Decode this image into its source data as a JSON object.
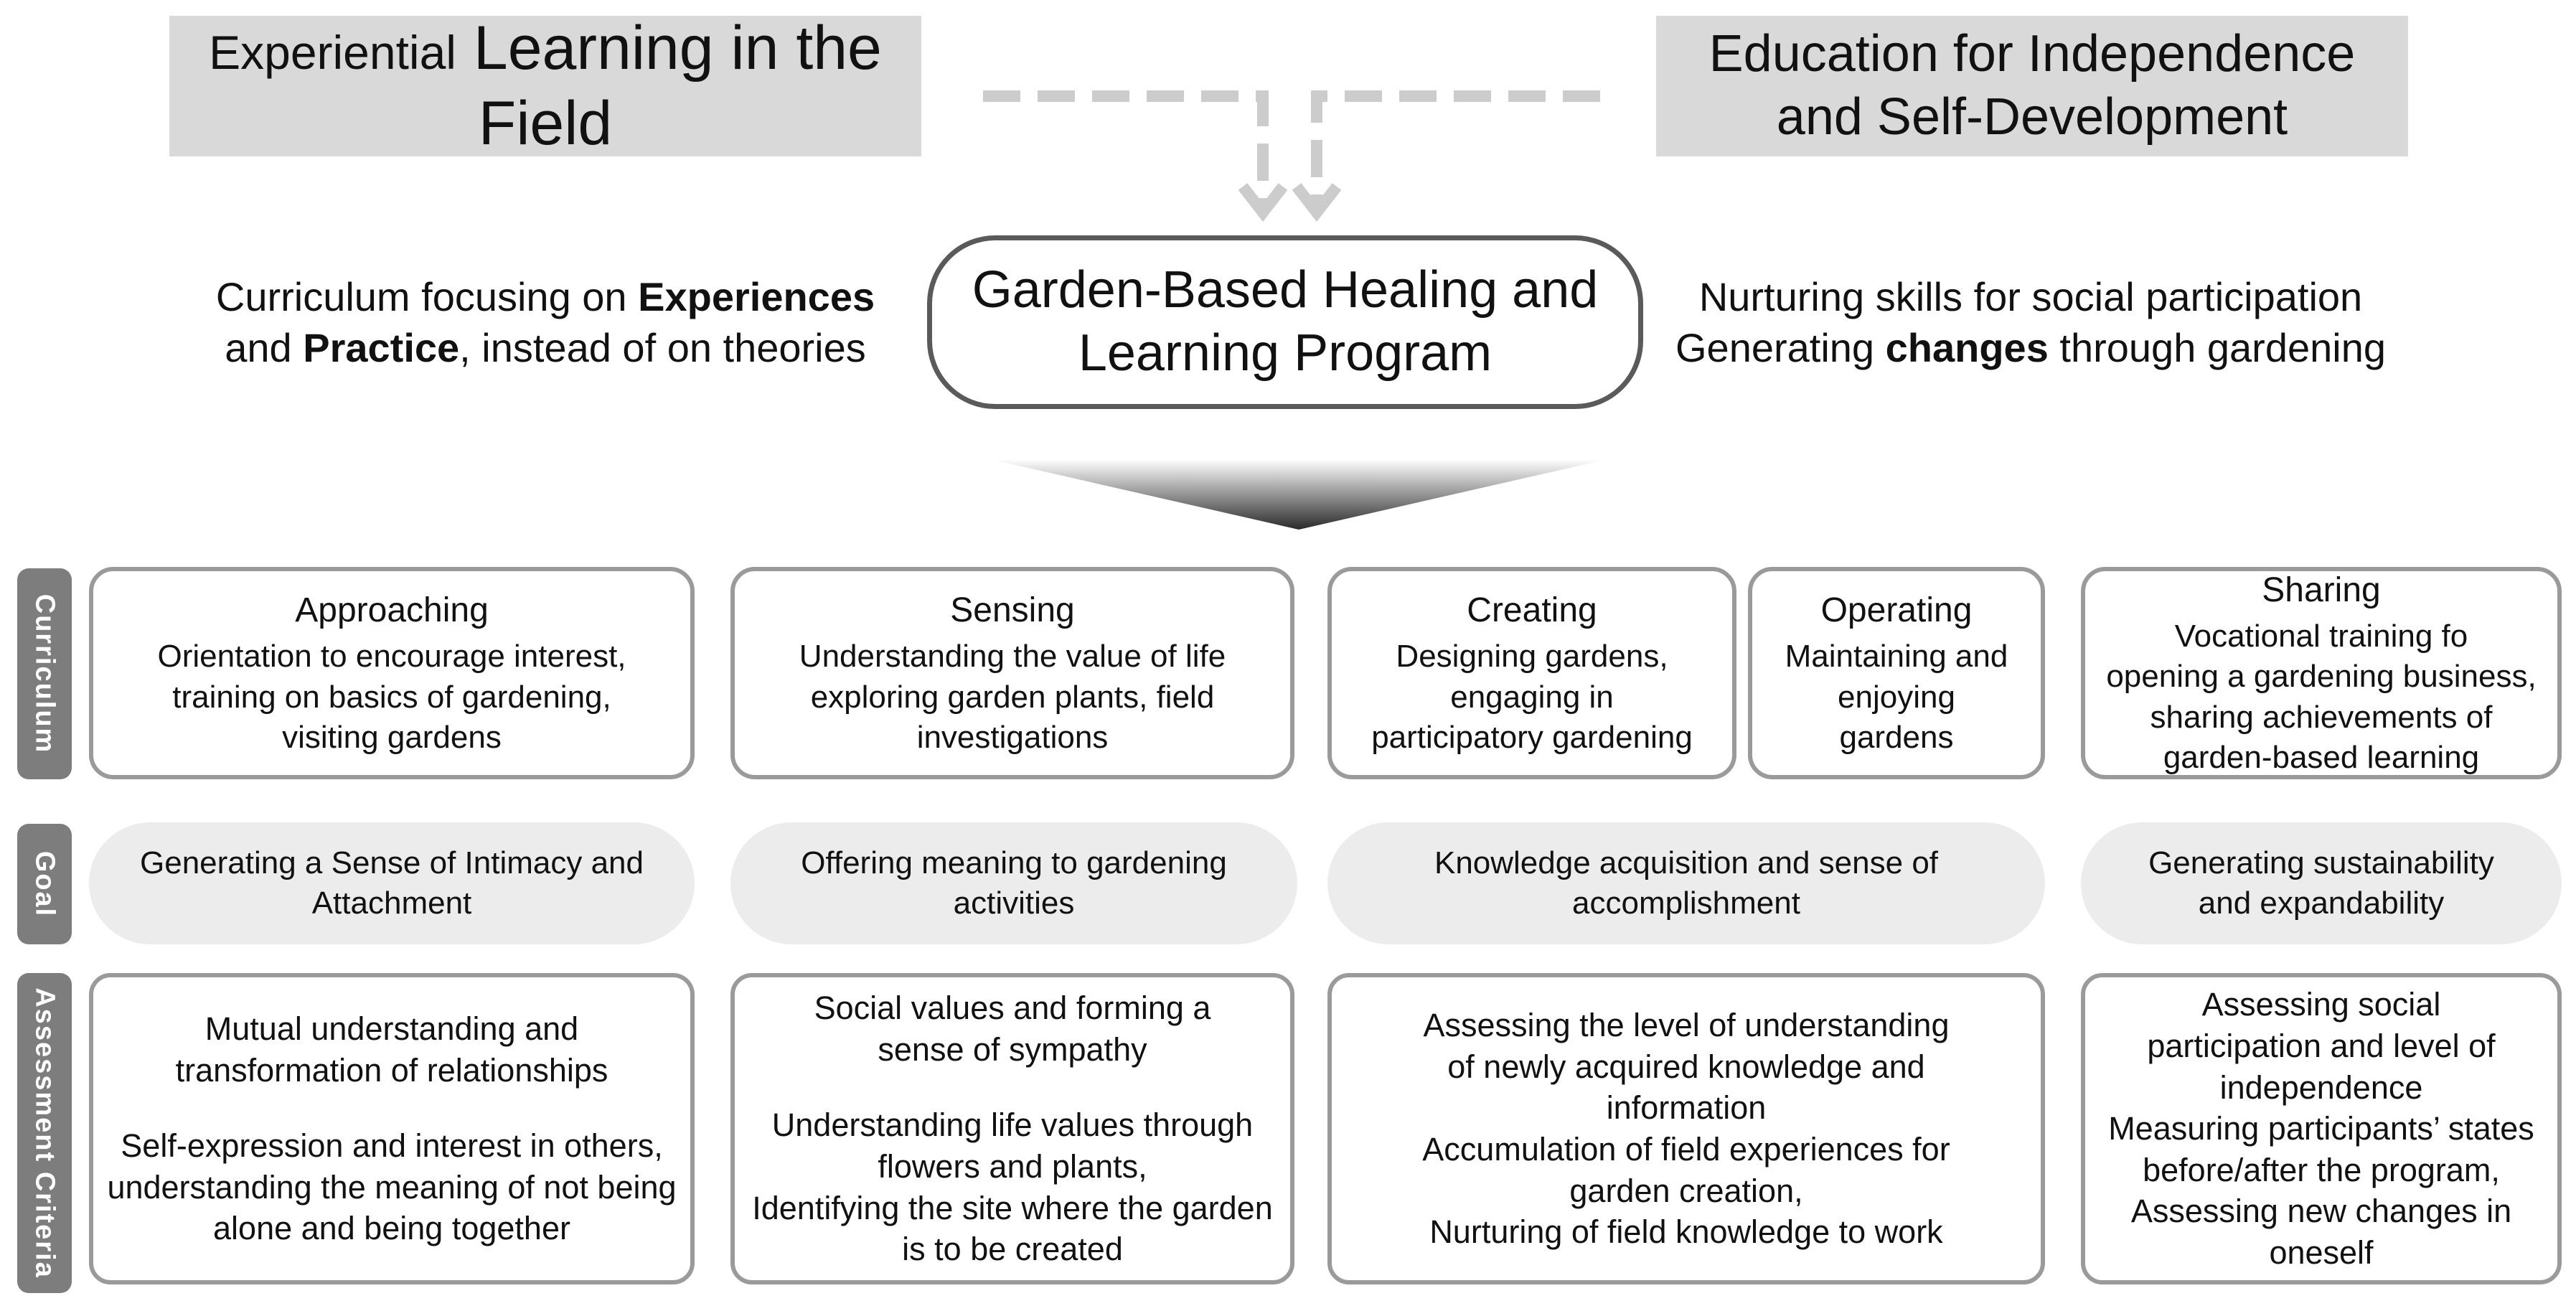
{
  "header": {
    "left_banner": {
      "small": "Experiential",
      "big": "Learning in the Field"
    },
    "right_banner": {
      "line1": "Education for Independence",
      "line2": "and Self-Development"
    }
  },
  "center": {
    "line1": "Garden-Based Healing and",
    "line2": "Learning Program"
  },
  "left_caption": {
    "l1_pre": "Curriculum focusing on ",
    "l1_bold": "Experiences",
    "l2_pre": "and ",
    "l2_bold": "Practice",
    "l2_post": ", instead of on theories"
  },
  "right_caption": {
    "l1": "Nurturing skills for social participation",
    "l2_pre": "Generating ",
    "l2_bold": "changes",
    "l2_post": " through gardening"
  },
  "row_labels": {
    "curriculum": "Curriculum",
    "goal": "Goal",
    "assessment": "Assessment Criteria"
  },
  "curriculum": [
    {
      "title": "Approaching",
      "lines": [
        "Orientation to encourage interest,",
        "training on basics of gardening,",
        "visiting gardens"
      ]
    },
    {
      "title": "Sensing",
      "lines": [
        "Understanding the value of life",
        "exploring garden plants, field",
        "investigations"
      ]
    },
    {
      "title": "Creating",
      "lines": [
        "Designing gardens,",
        "engaging in",
        "participatory gardening"
      ]
    },
    {
      "title": "Operating",
      "lines": [
        "Maintaining and",
        "enjoying",
        "gardens"
      ]
    },
    {
      "title": "Sharing",
      "lines": [
        "Vocational training fo",
        "opening a gardening business,",
        "sharing achievements of",
        "garden-based learning"
      ]
    }
  ],
  "goals": [
    {
      "lines": [
        "Generating a Sense of Intimacy and",
        "Attachment"
      ]
    },
    {
      "lines": [
        "Offering meaning to gardening",
        "activities"
      ]
    },
    {
      "lines": [
        "Knowledge acquisition and sense of",
        "accomplishment"
      ]
    },
    {
      "lines": [
        "Generating sustainability",
        "and expandability"
      ]
    }
  ],
  "assessment": [
    {
      "a": [
        "Mutual understanding and",
        "transformation of relationships"
      ],
      "b": [
        "Self-expression and interest in others,",
        "understanding the meaning of not being",
        "alone and being together"
      ]
    },
    {
      "a": [
        "Social values and forming a",
        "sense of sympathy"
      ],
      "b": [
        "Understanding life values through",
        "flowers and plants,",
        "Identifying the site where the garden",
        "is to be created"
      ]
    },
    {
      "a": [
        "Assessing the level of understanding",
        "of newly acquired knowledge and",
        "information",
        "Accumulation of field experiences for",
        "garden creation,",
        "Nurturing of field knowledge to work"
      ]
    },
    {
      "a": [
        "Assessing social",
        "participation and level of",
        "independence",
        "Measuring participants’ states",
        "before/after the program,",
        "Assessing new changes in",
        "oneself"
      ]
    }
  ],
  "colors": {
    "banner": "#d9d9d9",
    "label": "#7d7d7d",
    "card_border": "#9a9a9a",
    "pill": "#ececec",
    "arrow": "#cccccc"
  },
  "icons": {
    "arrows": "dashed-down-arrows",
    "funnel": "funnel-triangle"
  }
}
